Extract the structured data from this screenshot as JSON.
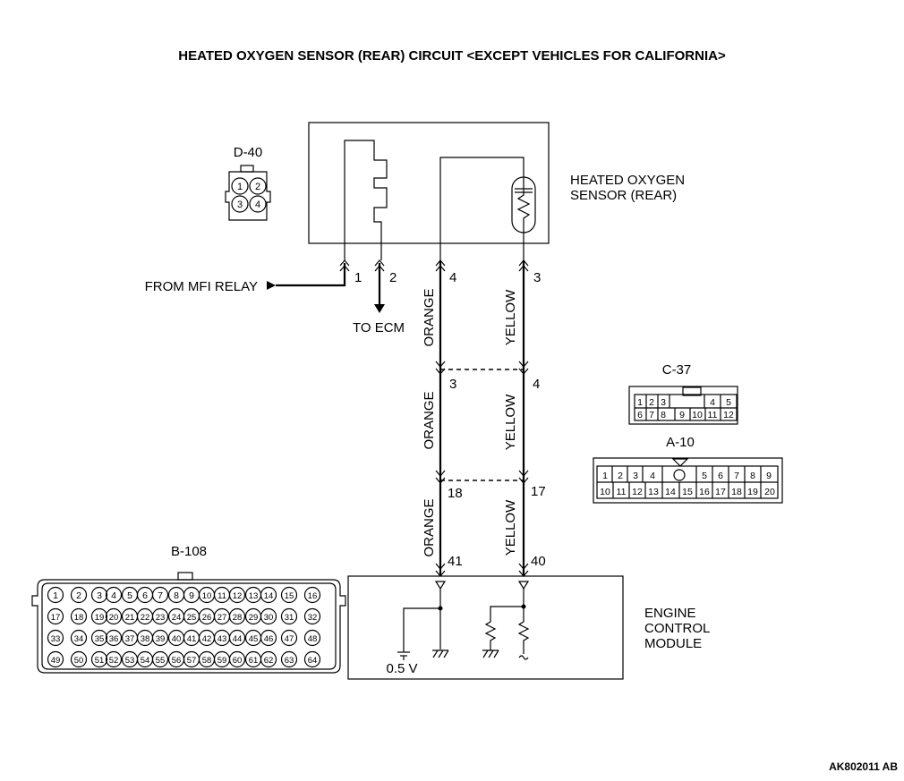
{
  "title": "HEATED OXYGEN SENSOR (REAR) CIRCUIT <EXCEPT VEHICLES FOR CALIFORNIA>",
  "sensor": {
    "label_line1": "HEATED OXYGEN",
    "label_line2": "SENSOR (REAR)",
    "connector_id": "D-40",
    "pins": [
      "1",
      "2",
      "3",
      "4"
    ]
  },
  "ecm": {
    "label_line1": "ENGINE",
    "label_line2": "CONTROL",
    "label_line3": "MODULE",
    "voltage": "0.5 V"
  },
  "signals": {
    "from_mfi_relay": "FROM MFI RELAY",
    "to_ecm": "TO ECM"
  },
  "terminals": {
    "s1": "1",
    "s2": "2",
    "s4": "4",
    "s3": "3",
    "j1_left": "3",
    "j1_right": "4",
    "j2_left": "18",
    "j2_right": "17",
    "ecm_left": "41",
    "ecm_right": "40"
  },
  "wires": {
    "orange": "ORANGE",
    "yellow": "YELLOW"
  },
  "connectors": {
    "c37": {
      "id": "C-37",
      "top": [
        "1",
        "2",
        "3",
        "4",
        "5"
      ],
      "bottom": [
        "6",
        "7",
        "8",
        "9",
        "10",
        "11",
        "12"
      ]
    },
    "a10": {
      "id": "A-10",
      "top": [
        "1",
        "2",
        "3",
        "4",
        "5",
        "6",
        "7",
        "8",
        "9"
      ],
      "bottom": [
        "10",
        "11",
        "12",
        "13",
        "14",
        "15",
        "16",
        "17",
        "18",
        "19",
        "20"
      ]
    },
    "b108": {
      "id": "B-108"
    }
  },
  "footer_code": "AK802011 AB"
}
